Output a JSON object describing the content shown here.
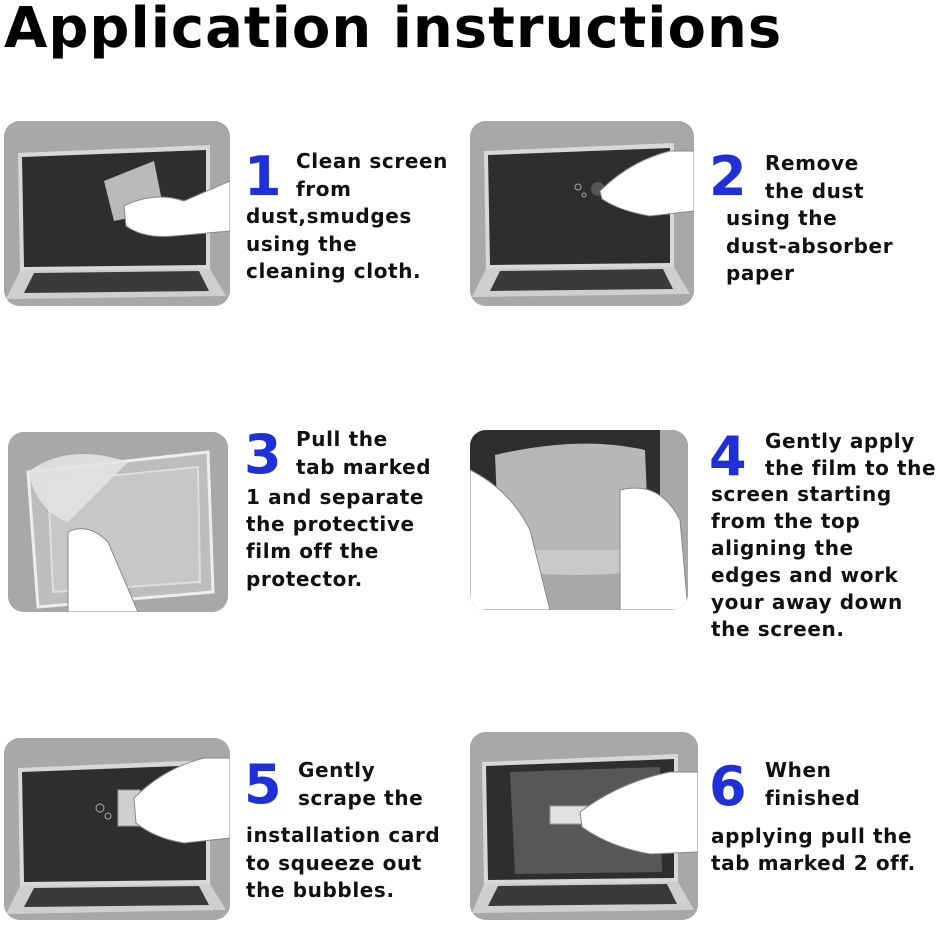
{
  "title": "Application instructions",
  "accent_color": "#1f2fd9",
  "steps": [
    {
      "number": "1",
      "head": [
        "Clean screen",
        "from"
      ],
      "body": [
        "dust,smudges",
        "using the",
        "cleaning cloth."
      ]
    },
    {
      "number": "2",
      "head": [
        "Remove",
        "the dust"
      ],
      "body": [
        "using the",
        "dust-absorber",
        "paper"
      ]
    },
    {
      "number": "3",
      "head": [
        "Pull the",
        "tab marked"
      ],
      "body": [
        "1 and separate",
        "the protective",
        "film off the",
        "protector."
      ]
    },
    {
      "number": "4",
      "head": [
        "Gently apply",
        "the film to the"
      ],
      "body": [
        "screen starting",
        "from the top",
        "aligning the",
        "edges and work",
        "your away down",
        "the screen."
      ]
    },
    {
      "number": "5",
      "head": [
        "Gently",
        "scrape the"
      ],
      "body": [
        "installation card",
        "to squeeze out",
        "the bubbles."
      ]
    },
    {
      "number": "6",
      "head": [
        "When",
        "finished"
      ],
      "body": [
        "applying pull the",
        "tab marked 2 off."
      ]
    }
  ]
}
